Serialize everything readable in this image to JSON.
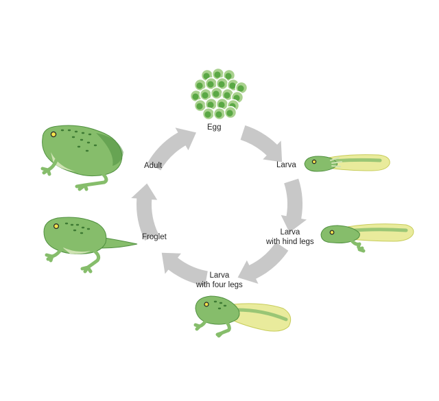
{
  "colors": {
    "arrow": "#c8c8c8",
    "egg_fill": "#a9d18e",
    "egg_core": "#5aa845",
    "body": "#86bd6b",
    "body_dark": "#4f8f3f",
    "belly": "#cfe3b3",
    "tail_fin": "#e9eb9c",
    "tail_edge": "#c7cc5a",
    "spot": "#3d7a33",
    "eye": "#f2e14b"
  },
  "stages": {
    "egg": {
      "line1": "Egg"
    },
    "larva": {
      "line1": "Larva"
    },
    "larva_hind": {
      "line1": "Larva",
      "line2": "with hind legs"
    },
    "larva_four": {
      "line1": "Larva",
      "line2": "with four legs"
    },
    "froglet": {
      "line1": "Froglet"
    },
    "adult": {
      "line1": "Adult"
    }
  }
}
